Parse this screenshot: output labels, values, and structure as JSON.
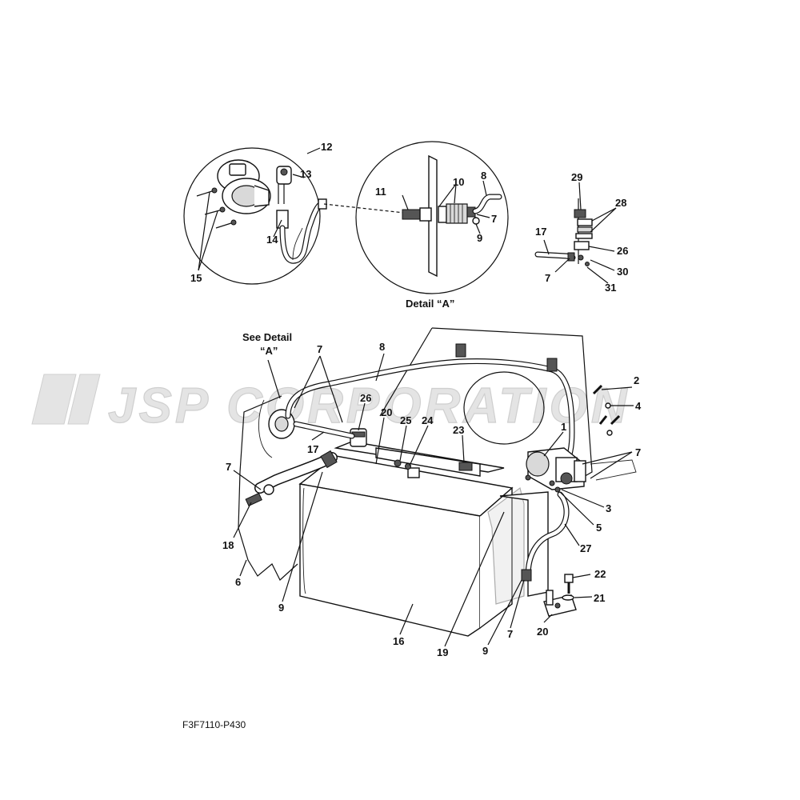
{
  "watermark": "JSP CORPORATION",
  "figure_code": "F3F7110-P430",
  "detail_caption": "Detail “A”",
  "see_detail": {
    "line1": "See Detail",
    "line2": "“A”"
  },
  "callouts": {
    "c12": "12",
    "c13": "13",
    "c14": "14",
    "c15": "15",
    "c11": "11",
    "c10": "10",
    "c8a": "8",
    "c7a": "7",
    "c9a": "9",
    "c29": "29",
    "c28": "28",
    "c17a": "17",
    "c26a": "26",
    "c7b": "7",
    "c30": "30",
    "c31": "31",
    "c7c": "7",
    "c8b": "8",
    "c26b": "26",
    "c20a": "20",
    "c25": "25",
    "c24": "24",
    "c23": "23",
    "c17b": "17",
    "c1": "1",
    "c2": "2",
    "c4": "4",
    "c7d": "7",
    "c7e": "7",
    "c3": "3",
    "c5": "5",
    "c27": "27",
    "c18": "18",
    "c6": "6",
    "c9b": "9",
    "c16": "16",
    "c19": "19",
    "c9c": "9",
    "c7f": "7",
    "c20b": "20",
    "c22": "22",
    "c21": "21"
  }
}
